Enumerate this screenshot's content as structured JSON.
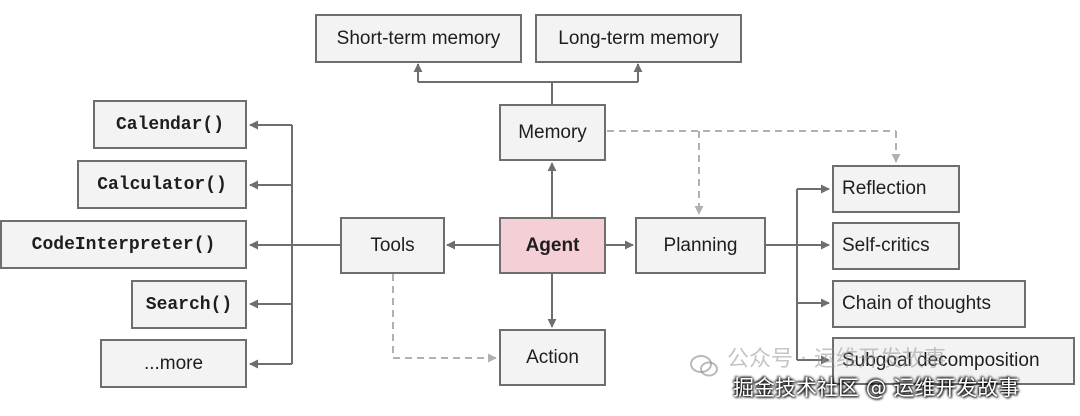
{
  "nodes": {
    "short_term_memory": "Short-term memory",
    "long_term_memory": "Long-term memory",
    "memory": "Memory",
    "agent": "Agent",
    "tools": "Tools",
    "planning": "Planning",
    "action": "Action",
    "reflection": "Reflection",
    "self_critics": "Self-critics",
    "chain_of_thoughts": "Chain of thoughts",
    "subgoal_decomposition": "Subgoal decomposition",
    "calendar": "Calendar()",
    "calculator": "Calculator()",
    "code_interpreter": "CodeInterpreter()",
    "search": "Search()",
    "more": "...more"
  },
  "watermark": {
    "line1": "公众号 · 运维开发故事",
    "line2": "掘金技术社区 @ 运维开发故事"
  },
  "colors": {
    "box_fill": "#f3f3f3",
    "box_border": "#6e6e6e",
    "agent_fill": "#f4cfd6",
    "arrow": "#6e6e6e",
    "dashed_arrow": "#b0b0b0"
  }
}
